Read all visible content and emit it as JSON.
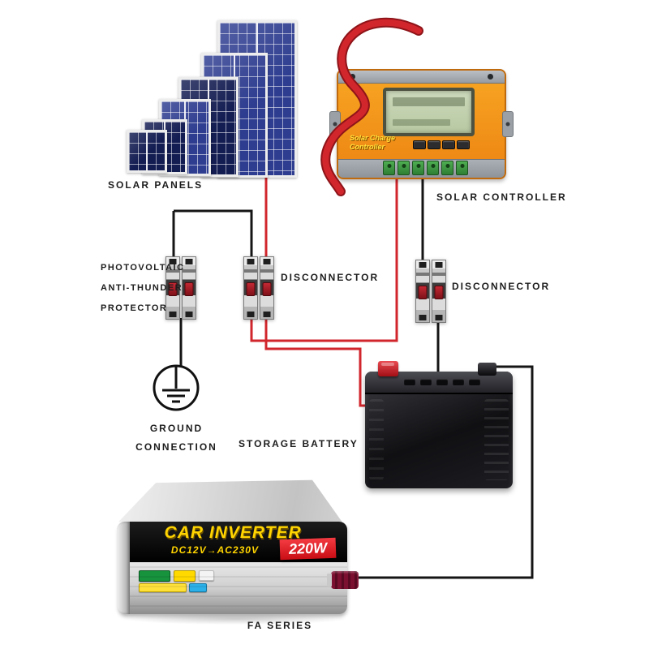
{
  "labels": {
    "solar_panels": "SOLAR PANELS",
    "solar_controller": "SOLAR CONTROLLER",
    "protector_line1": "PHOTOVOLTAIC",
    "protector_line2": "ANTI-THUNDER",
    "protector_line3": "PROTECTOR",
    "disconnector1": "DISCONNECTOR",
    "disconnector2": "DISCONNECTOR",
    "ground_line1": "GROUND",
    "ground_line2": "CONNECTION",
    "storage_battery": "STORAGE BATTERY",
    "fa_series": "FA SERIES"
  },
  "controller_device": {
    "brand_line1": "Solar Charge",
    "brand_line2": "Controller"
  },
  "inverter_device": {
    "title": "CAR INVERTER",
    "spec": "DC12V→AC230V",
    "power": "220W"
  },
  "colors": {
    "wire_red": "#d1262c",
    "wire_black": "#151515",
    "controller_orange": "#f29111",
    "inverter_accent_red": "#e4161f",
    "panel_blue": "#2e3d90",
    "battery_black": "#111114"
  }
}
